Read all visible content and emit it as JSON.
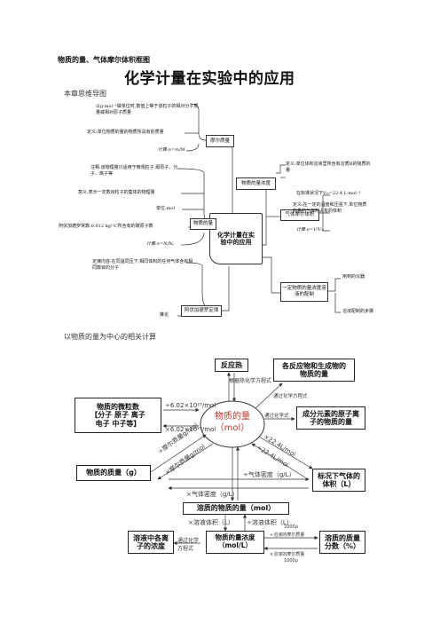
{
  "header": {
    "top_title": "物质的量、气体摩尔体积框图",
    "main_title": "化学计量在实验中的应用"
  },
  "section1": {
    "title": "本章思维导图",
    "center": "化学计量在实验中的应用",
    "nodes": {
      "molar_mass": "摩尔质量",
      "amount": "物质的量",
      "avogadro": "物质的量",
      "gas_molar_volume": "气体摩尔体积",
      "avogadro_law": "阿伏加德罗定律",
      "solution_prep": "一定物质的量浓度溶液的配制",
      "conc": "物质的量浓度"
    },
    "left_notes": [
      "以g·mol⁻¹做单位时,数值上等于该粒子的相对分子质量或相对原子质量",
      "定义:单位物质的量的物质所具有的质量",
      "计算:n=m/M",
      "注释:该物理量只适用于微观粒子,即原子、分子、离子等",
      "意义:表示一定数目粒子的集体的物理量",
      "单位:mol",
      "阿伏加德罗常数:0.012 kg¹²C所含有的碳原子数",
      "计算:n=N/Nₐ",
      "定律内容:在同温同压下,相同体积的任何气体含有相同数目的分子",
      "推论"
    ],
    "right_notes": [
      "定义:单位体积溶液里所含有溶质B的物质的量",
      "在标准状况下Vₘ=22.4 L·mol⁻¹",
      "定义:在一定的温度和压强下,单位物质的量的气体所占有的体积",
      "计算:n=V/Vₘ",
      "用到的仪器",
      "溶液配制的步骤"
    ]
  },
  "section2": {
    "title": "以物质的量为中心的相关计算",
    "center": {
      "line1": "物质的量",
      "line2": "（mol）"
    },
    "reaction_heat": "反应热",
    "reactants": "各反应物和生成物的物质的量",
    "particles": {
      "line1": "物质的微粒数",
      "line2": "【分子 原子 离子",
      "line3": "电子 中子等】"
    },
    "elements": "成分元素的原子离子的物质的量",
    "mass": "物质的质量（g）",
    "gas_volume": "标况下气体的体积（L）",
    "solute": "溶质的物质的量（mol）",
    "ion_conc": "溶液中各离子的浓度",
    "molarity": "物质的量浓度（mol/L）",
    "mass_fraction": "溶质的质量分数（%）",
    "labels": {
      "thermo_eq": "根据热化学方程式",
      "eq": "通过化学方程式",
      "formula": "通过化学式",
      "div_na": "÷6.02×10²³/mol",
      "mul_na": "×6.02×10²³/mol",
      "div_m": "÷摩尔质量g/mol",
      "mul_m": "×摩尔质量g/mol",
      "mul_vm": "×22.4L/mol",
      "div_vm": "÷22.4L/mol",
      "div_density": "÷气体密度（g/L）",
      "mul_density": "×气体密度（g/L）",
      "mul_vol": "×溶液体积（L）",
      "div_vol": "÷溶液体积（L）",
      "via_formula": "通过化学方程式",
      "conv_top": "÷溶液的摩尔质量",
      "conv_bot": "×溶液的摩尔质量",
      "k1000a": "1000ρ",
      "k1000b": "1000ρ"
    }
  }
}
